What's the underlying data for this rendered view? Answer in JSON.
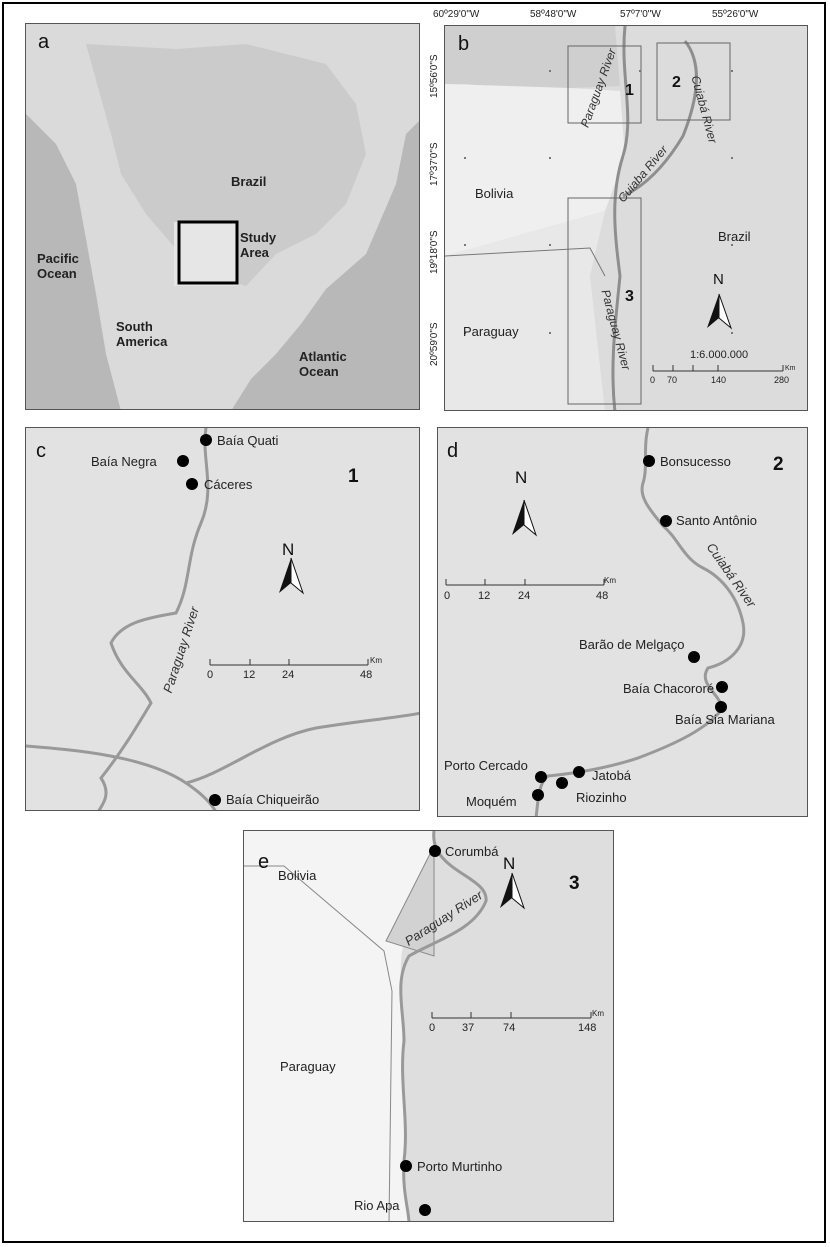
{
  "panel_a": {
    "letter": "a",
    "labels": {
      "brazil": "Brazil",
      "study_area": "Study\nArea",
      "pacific": "Pacific\nOcean",
      "south_america": "South\nAmerica",
      "atlantic": "Atlantic\nOcean"
    }
  },
  "panel_b": {
    "letter": "b",
    "top_coords": [
      "60º29'0\"W",
      "58º48'0\"W",
      "57º7'0\"W",
      "55º26'0\"W"
    ],
    "left_coords": [
      "15º56'0\"S",
      "17º37'0\"S",
      "19º18'0\"S",
      "20º59'0\"S"
    ],
    "countries": {
      "bolivia": "Bolivia",
      "brazil": "Brazil",
      "paraguay": "Paraguay"
    },
    "rivers": {
      "paraguay_top": "Paraguay River",
      "cuiaba_top": "Cuiabá River",
      "cuiaba_mid": "Cuiaba River",
      "paraguay_bottom": "Paraguay River"
    },
    "box_numbers": [
      "1",
      "2",
      "3"
    ],
    "north": "N",
    "scale_ratio": "1:6.000.000",
    "scale_ticks": [
      "0",
      "70",
      "140",
      "280"
    ],
    "scale_unit": "Km"
  },
  "panel_c": {
    "letter": "c",
    "number": "1",
    "sites": [
      "Baía Quati",
      "Baía Negra",
      "Cáceres",
      "Baía Chiqueirão"
    ],
    "river": "Paraguay River",
    "north": "N",
    "scale_ticks": [
      "0",
      "12",
      "24",
      "48"
    ],
    "scale_unit": "Km"
  },
  "panel_d": {
    "letter": "d",
    "number": "2",
    "sites": [
      "Bonsucesso",
      "Santo Antônio",
      "Barão de Melgaço",
      "Baía Chacororé",
      "Baía Sia Mariana",
      "Porto Cercado",
      "Jatobá",
      "Riozinho",
      "Moquém"
    ],
    "river": "Cuiabá River",
    "north": "N",
    "scale_ticks": [
      "0",
      "12",
      "24",
      "48"
    ],
    "scale_unit": "Km"
  },
  "panel_e": {
    "letter": "e",
    "number": "3",
    "sites": [
      "Corumbá",
      "Porto Murtinho",
      "Rio Apa"
    ],
    "countries": {
      "bolivia": "Bolivia",
      "paraguay": "Paraguay"
    },
    "river": "Paraguay River",
    "north": "N",
    "scale_ticks": [
      "0",
      "37",
      "74",
      "148"
    ],
    "scale_unit": "Km"
  },
  "colors": {
    "land_light": "#e4e4e4",
    "land_mid": "#cfcfcf",
    "ocean": "#b5b5b5",
    "river": "#8e8e8e",
    "marker": "#000000"
  }
}
